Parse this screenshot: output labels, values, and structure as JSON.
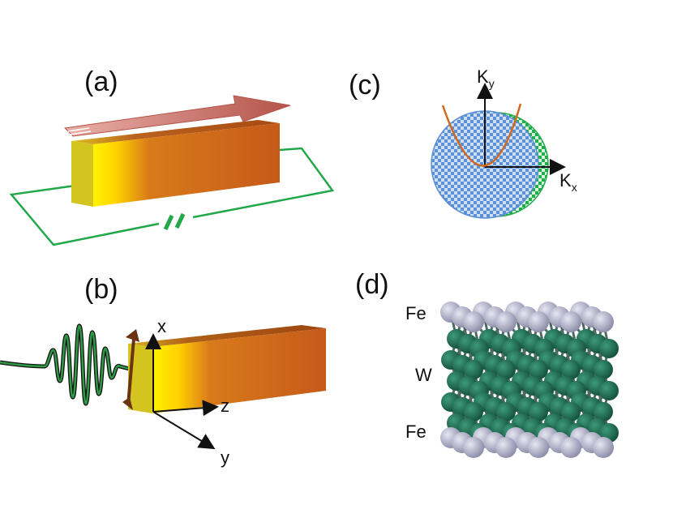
{
  "labels": {
    "a": "(a)",
    "b": "(b)",
    "c": "(c)",
    "d": "(d)"
  },
  "panel_b_axes": {
    "x": "x",
    "y": "y",
    "z": "z"
  },
  "panel_c_axes": {
    "ky_main": "K",
    "ky_sub": "y",
    "kx_main": "K",
    "kx_sub": "x"
  },
  "panel_d_atoms": {
    "top": "Fe",
    "middle": "W",
    "bottom": "Fe"
  },
  "colors": {
    "wire": "#22a84a",
    "bar_dark": "#c55a1a",
    "bar_light": "#fff200",
    "spin_arrow": "#c9726a",
    "fermi_blue": "#5b8fd6",
    "fermi_green": "#1fae4b",
    "parabola": "#d2691e",
    "pulse": "#1f7a33",
    "fe_atom": "#a8a8c8",
    "w_atom": "#1e6b52"
  }
}
